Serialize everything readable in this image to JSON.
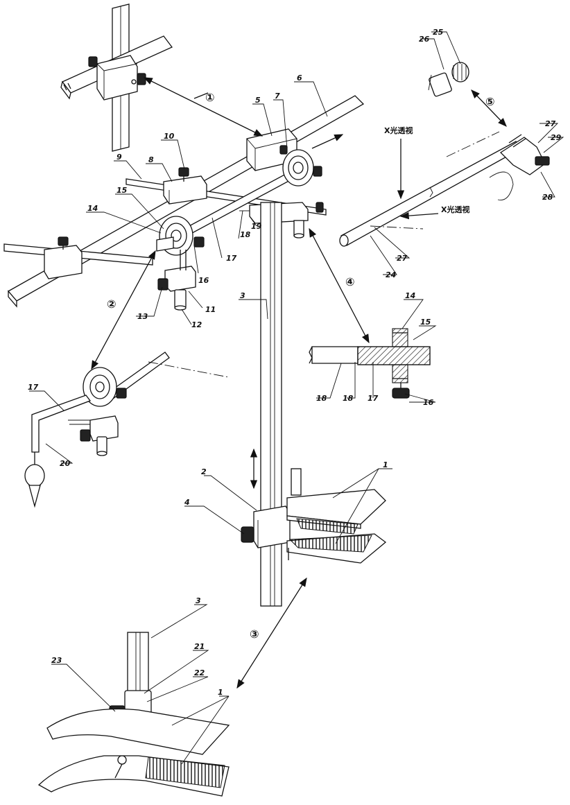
{
  "figure": {
    "labels": {
      "n1a": "1",
      "n1b": "1",
      "n2": "2",
      "n3a": "3",
      "n3b": "3",
      "n4": "4",
      "n5": "5",
      "n6": "6",
      "n7": "7",
      "n8": "8",
      "n9": "9",
      "n10": "10",
      "n11": "11",
      "n12": "12",
      "n13": "13",
      "n14a": "14",
      "n14b": "14",
      "n15a": "15",
      "n15b": "15",
      "n16a": "16",
      "n16b": "16",
      "n17a": "17",
      "n17b": "17",
      "n17c": "17",
      "n18a": "18",
      "n18b": "18",
      "n18c": "18",
      "n19": "19",
      "n20": "20",
      "n21": "21",
      "n22": "22",
      "n23": "23",
      "n24": "24",
      "n25": "25",
      "n26": "26",
      "n27a": "27",
      "n27b": "27",
      "n28": "28",
      "n29": "29"
    },
    "circled": {
      "c1": "①",
      "c2": "②",
      "c3": "③",
      "c4": "④",
      "c5": "⑤"
    },
    "xray": {
      "top": "X光透视",
      "side": "X光透视"
    }
  }
}
